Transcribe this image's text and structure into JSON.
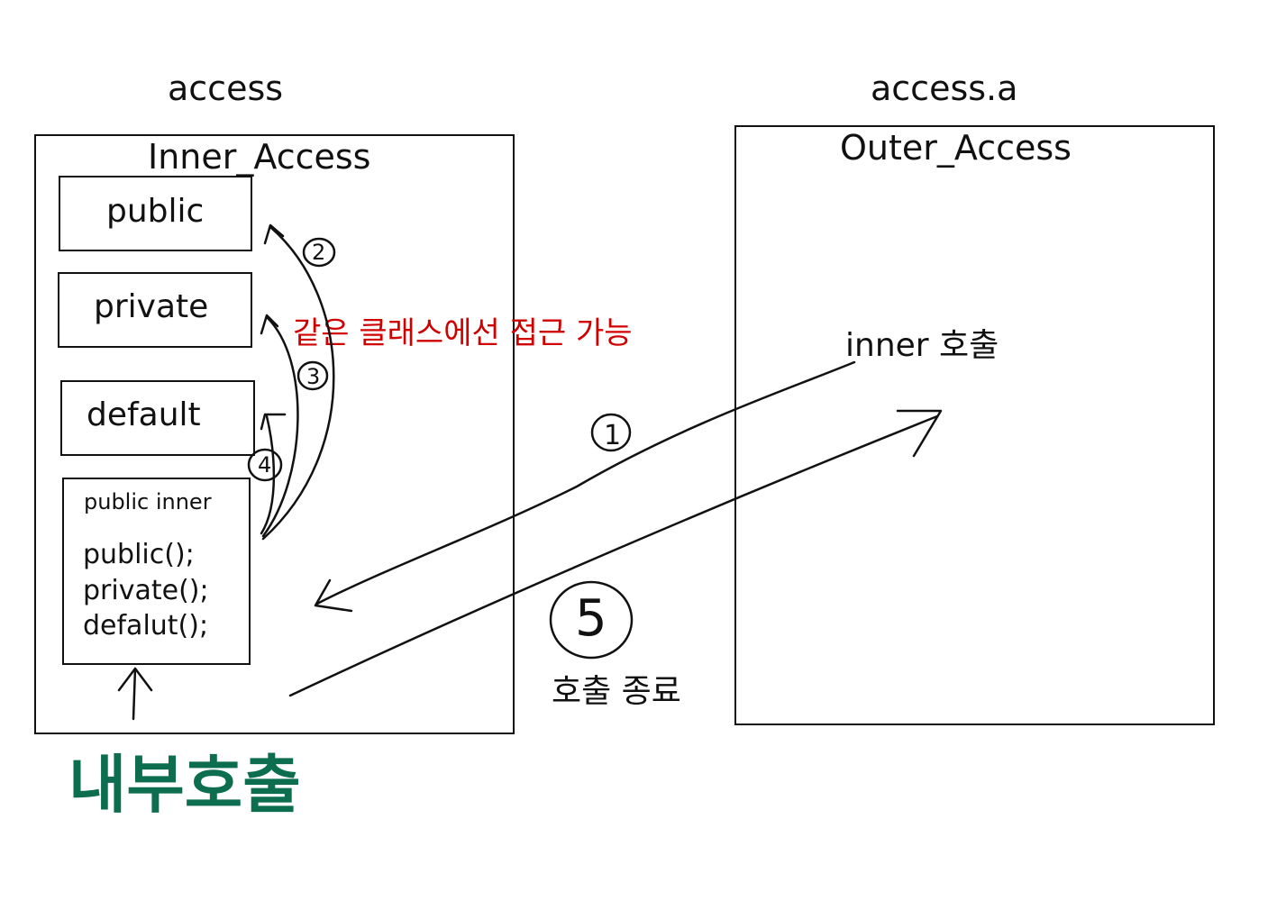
{
  "packages": {
    "left": "access",
    "right": "access.a"
  },
  "inner_class": {
    "title": "Inner_Access",
    "methods": [
      "public",
      "private",
      "default"
    ],
    "inner_method": {
      "header": "public inner",
      "lines": [
        "public();",
        "private();",
        "defalut();"
      ]
    }
  },
  "outer_class": {
    "title": "Outer_Access",
    "call_text": "inner 호출"
  },
  "steps": {
    "s1": "1",
    "s2": "2",
    "s3": "3",
    "s4": "4",
    "s5": "5"
  },
  "notes": {
    "same_class_access": "같은 클래스에선 접근 가능",
    "call_end": "호출 종료",
    "internal_call": "내부호출"
  },
  "colors": {
    "note": "#d10000",
    "internal_call": "#0d6e4f",
    "stroke": "#111111"
  }
}
